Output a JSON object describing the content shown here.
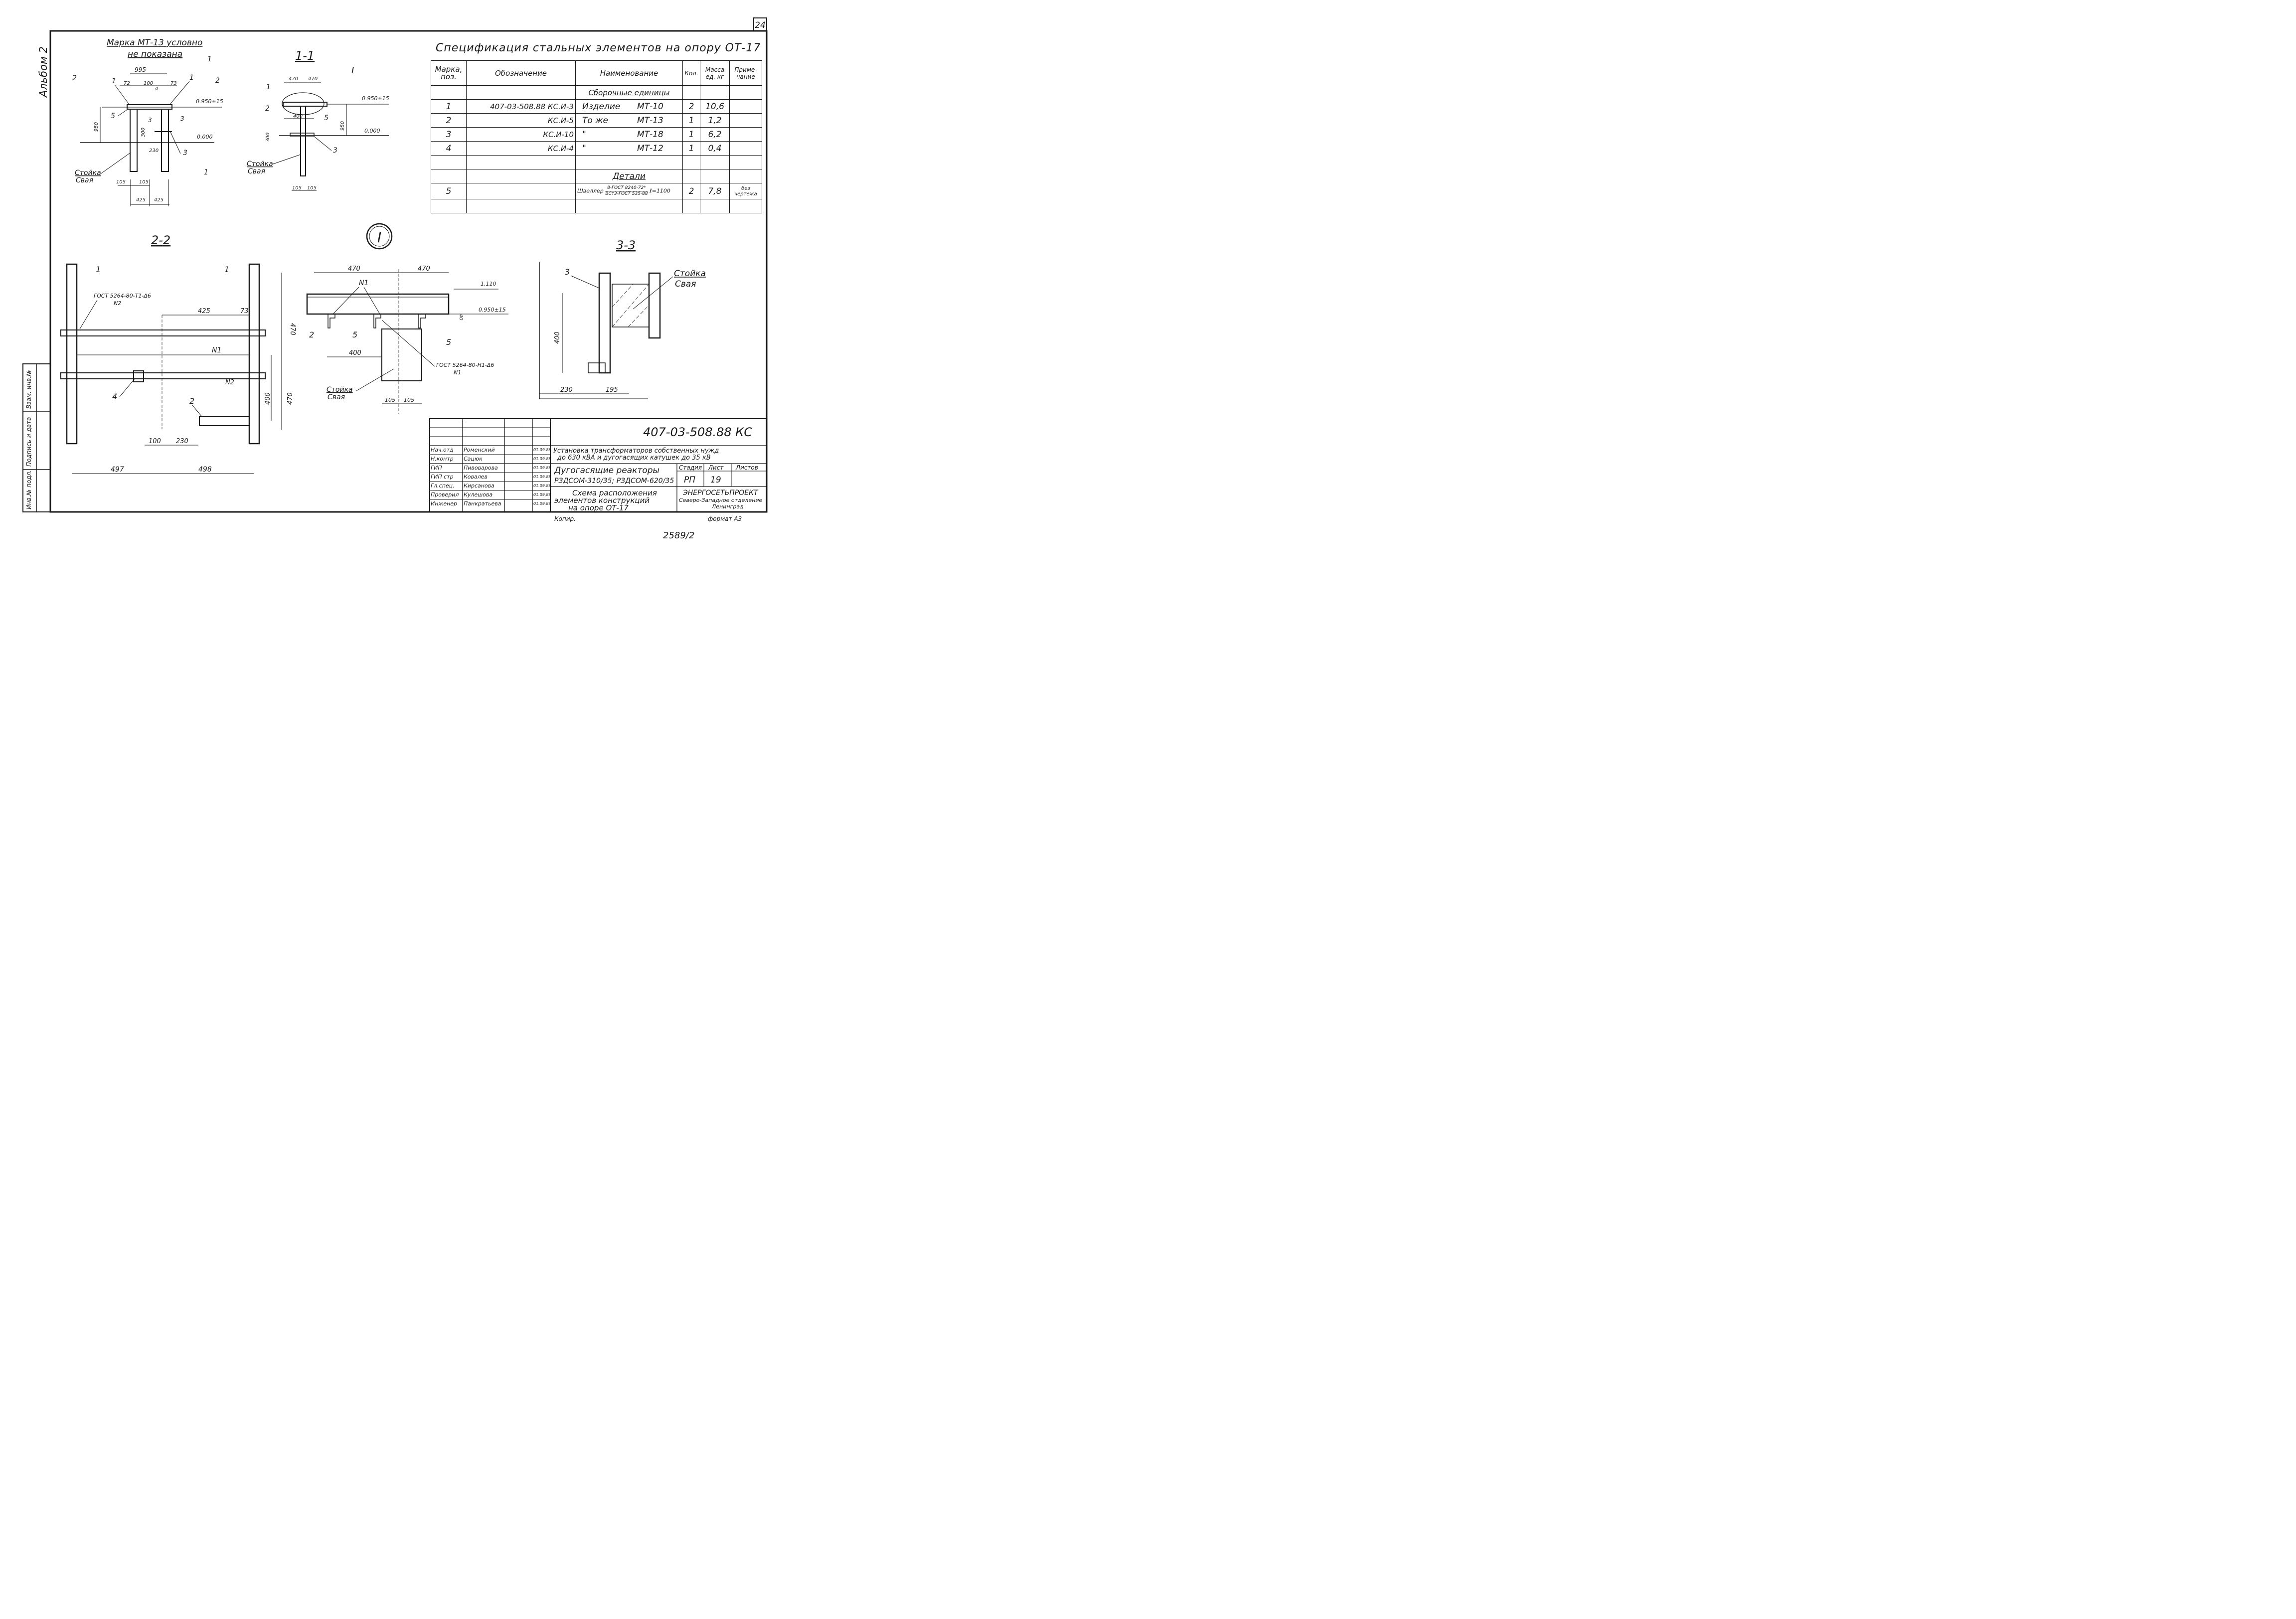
{
  "sheet": {
    "number": "24",
    "album": "Альбом 2",
    "bottom_number": "2589/2"
  },
  "view_a": {
    "note_line1": "Марка МТ-13 условно",
    "note_line2": "не показана",
    "dims": {
      "total_width": "995",
      "d72": "72",
      "d100": "100",
      "d4": "4",
      "d73": "73",
      "h950": "950",
      "h300": "300",
      "d230": "230",
      "d105a": "105",
      "d105b": "105",
      "d425a": "425",
      "d425b": "425"
    },
    "levels": {
      "top": "0.950±15",
      "ground": "0.000"
    },
    "labels": {
      "pile_line1": "Стойка",
      "pile_line2": "Свая"
    },
    "positions": [
      "1",
      "1",
      "5",
      "3",
      "4"
    ],
    "section_marks": [
      "1",
      "1",
      "2",
      "2",
      "3",
      "3"
    ]
  },
  "view_b": {
    "title": "1-1",
    "callout": "I",
    "dims": {
      "d470a": "470",
      "d470b": "470",
      "d400": "400",
      "h950": "950",
      "h300": "300",
      "d105a": "105",
      "d105b": "105"
    },
    "levels": {
      "top": "0.950±15",
      "ground": "0.000"
    },
    "labels": {
      "pile_line1": "Стойка",
      "pile_line2": "Свая"
    },
    "positions": [
      "1",
      "2",
      "5",
      "3"
    ]
  },
  "spec": {
    "title": "Спецификация  стальных  элементов на опору  ОТ-17",
    "headers": [
      "Марка, поз.",
      "Обозначение",
      "Наименование",
      "Кол.",
      "Масса ед. кг",
      "Приме-чание"
    ],
    "group1": "Сборочные  единицы",
    "rows": [
      {
        "pos": "1",
        "code": "407-03-508.88 КС.И-3",
        "name": "Изделие",
        "mark": "МТ-10",
        "qty": "2",
        "mass": "10,6",
        "note": ""
      },
      {
        "pos": "2",
        "code": "КС.И-5",
        "name": "То же",
        "mark": "МТ-13",
        "qty": "1",
        "mass": "1,2",
        "note": ""
      },
      {
        "pos": "3",
        "code": "КС.И-10",
        "name": "\"",
        "mark": "МТ-18",
        "qty": "1",
        "mass": "6,2",
        "note": ""
      },
      {
        "pos": "4",
        "code": "КС.И-4",
        "name": "\"",
        "mark": "МТ-12",
        "qty": "1",
        "mass": "0,4",
        "note": ""
      }
    ],
    "group2": "Детали",
    "detail": {
      "pos": "5",
      "name": "Швеллер",
      "frac_top": "8-ГОСТ 8240-72*",
      "frac_bottom": "ВСт3-ГОСТ 535-88",
      "length": "ℓ=1100",
      "qty": "2",
      "mass": "7,8",
      "note": "без чертежа"
    }
  },
  "callout_main": "I",
  "section_22": {
    "title": "2-2",
    "weld1_line1": "ГОСТ 5264-80-Т1-Δ6",
    "weld1_line2": "N2",
    "weld2": "N1",
    "weld3": "N2",
    "dims": {
      "d425": "425",
      "d73": "73",
      "v470a": "470",
      "v470b": "470",
      "v400": "400",
      "d100": "100",
      "d230": "230",
      "d497": "497",
      "d498": "498"
    },
    "positions": [
      "1",
      "1",
      "4",
      "2"
    ]
  },
  "detail_i": {
    "dims": {
      "d470a": "470",
      "d470b": "470",
      "d400": "400",
      "d105a": "105",
      "d105b": "105",
      "v40": "40"
    },
    "levels": {
      "top": "1.110",
      "mid": "0.950±15"
    },
    "weld_top": "N1",
    "weld_line1": "ГОСТ 5264-80-Н1-Δ6",
    "weld_line2": "N1",
    "labels": {
      "pile_line1": "Стойка",
      "pile_line2": "Свая"
    },
    "positions": [
      "2",
      "5",
      "5"
    ]
  },
  "section_33": {
    "title": "3-3",
    "position": "3",
    "labels": {
      "pile_line1": "Стойка",
      "pile_line2": "Свая"
    },
    "dims": {
      "v400": "400",
      "d230": "230",
      "d195": "195"
    }
  },
  "side_stamp": [
    "Инв.№ подл.",
    "Подпись и дата",
    "Взам. инв.№"
  ],
  "title_block": {
    "doc_code": "407-03-508.88 КС",
    "people": [
      {
        "role": "Нач.отд",
        "name": "Роменский",
        "date": "01.09.88"
      },
      {
        "role": "Н.контр",
        "name": "Сацюк",
        "date": "01.09.88"
      },
      {
        "role": "ГИП",
        "name": "Пивоварова",
        "date": "01.09.88"
      },
      {
        "role": "ГИП стр",
        "name": "Ковалев",
        "date": "01.09.88"
      },
      {
        "role": "Гл.спец.",
        "name": "Кирсанова",
        "date": "01.09.88"
      },
      {
        "role": "Проверил",
        "name": "Кулешова",
        "date": "01.09.88"
      },
      {
        "role": "Инженер",
        "name": "Панкратьева",
        "date": "01.09.88"
      }
    ],
    "desc_line1": "Установка трансформаторов собственных нужд",
    "desc_line2": "до 630 кВА и дугогасящих катушек до 35 кВ",
    "sub_line1": "Дугогасящие  реакторы",
    "sub_line2": "РЗДСОМ-310/35; РЗДСОМ-620/35",
    "sheet_line1": "Схема  расположения",
    "sheet_line2": "элементов  конструкций",
    "sheet_line3": "на опоре  ОТ-17",
    "stage_label": "Стадия",
    "sheet_label": "Лист",
    "sheets_label": "Листов",
    "stage": "РП",
    "sheet_no": "19",
    "org_line1": "ЭНЕРГОСЕТЬПРОЕКТ",
    "org_line2": "Северо-Западное отделение",
    "org_line3": "Ленинград",
    "copied": "Копир.",
    "format": "формат А3"
  }
}
